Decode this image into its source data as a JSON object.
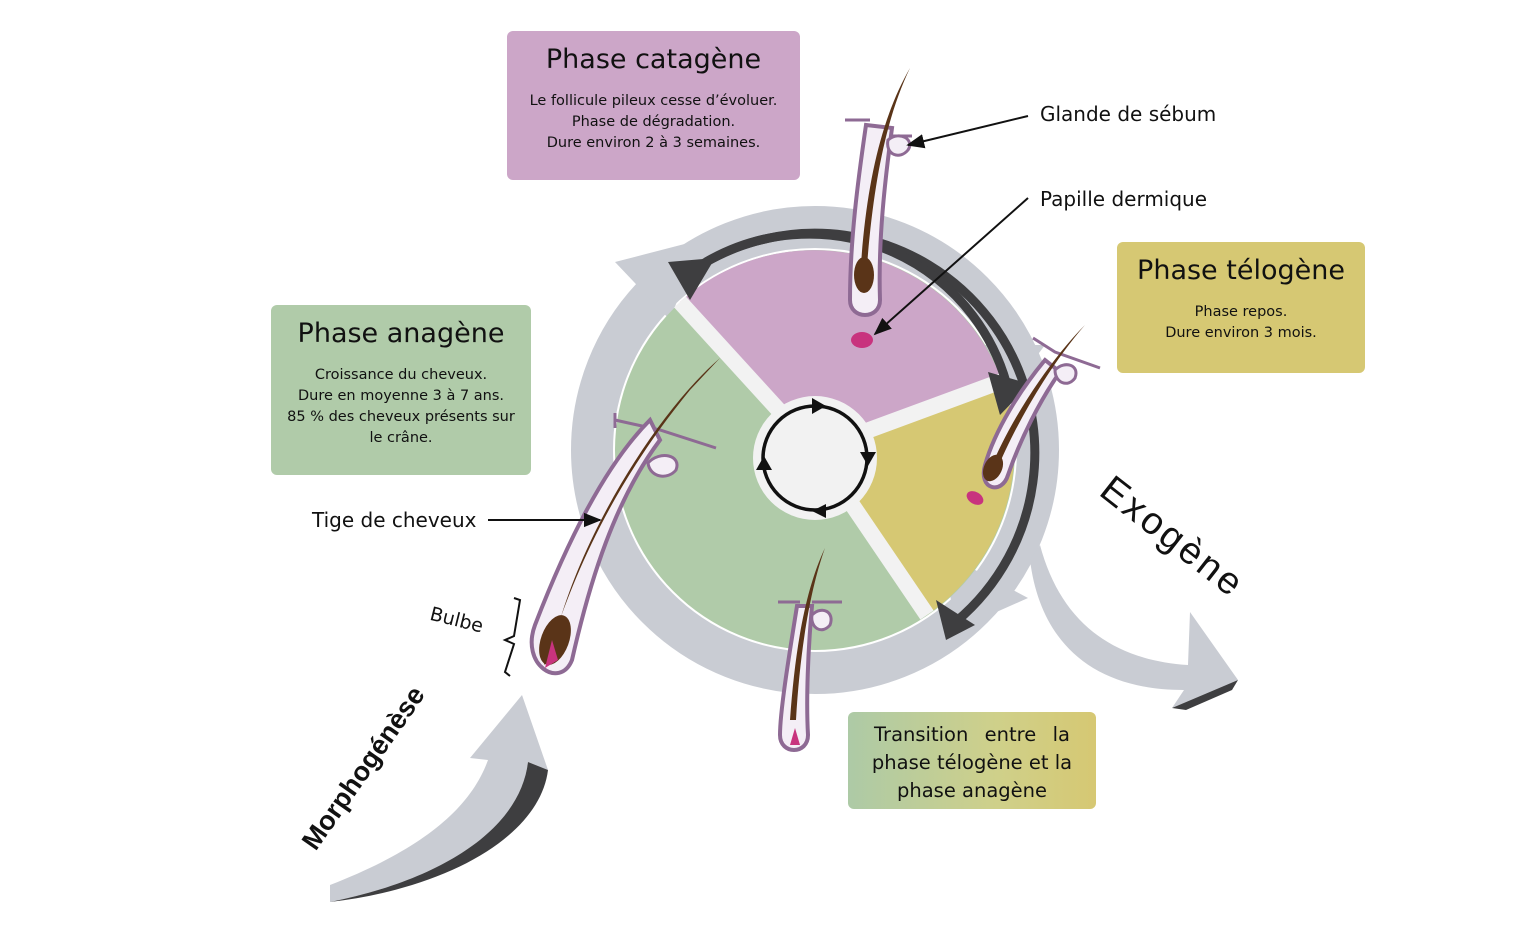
{
  "phases": {
    "catagen": {
      "title": "Phase catagène",
      "lines": [
        "Le follicule pileux cesse d’évoluer.",
        "Phase de dégradation.",
        "Dure environ 2 à 3 semaines."
      ]
    },
    "telogen": {
      "title": "Phase télogène",
      "lines": [
        "Phase repos.",
        "Dure environ 3 mois."
      ]
    },
    "anagen": {
      "title": "Phase anagène",
      "lines": [
        "Croissance du cheveux.",
        "Dure en moyenne 3 à 7 ans.",
        "85 % des cheveux présents sur le crâne."
      ]
    },
    "transition": {
      "words": [
        "Transition",
        "entre",
        "la"
      ],
      "line2": "phase télogène et la",
      "line3": "phase anagène"
    }
  },
  "labels": {
    "sebum": "Glande de sébum",
    "papille": "Papille dermique",
    "tige": "Tige de cheveux",
    "bulbe": "Bulbe",
    "morphogenese": "Morphogénèse",
    "exogene": "Exogène"
  },
  "colors": {
    "catagen": "#cca6c8",
    "telogen": "#d6c873",
    "anagen": "#b0cba9",
    "ring_outer": "#c9ccd3",
    "ring_inner": "#3e3e40",
    "hair": "#5a3418",
    "papilla": "#c8337e",
    "follicle_outline": "#8e6a94"
  }
}
